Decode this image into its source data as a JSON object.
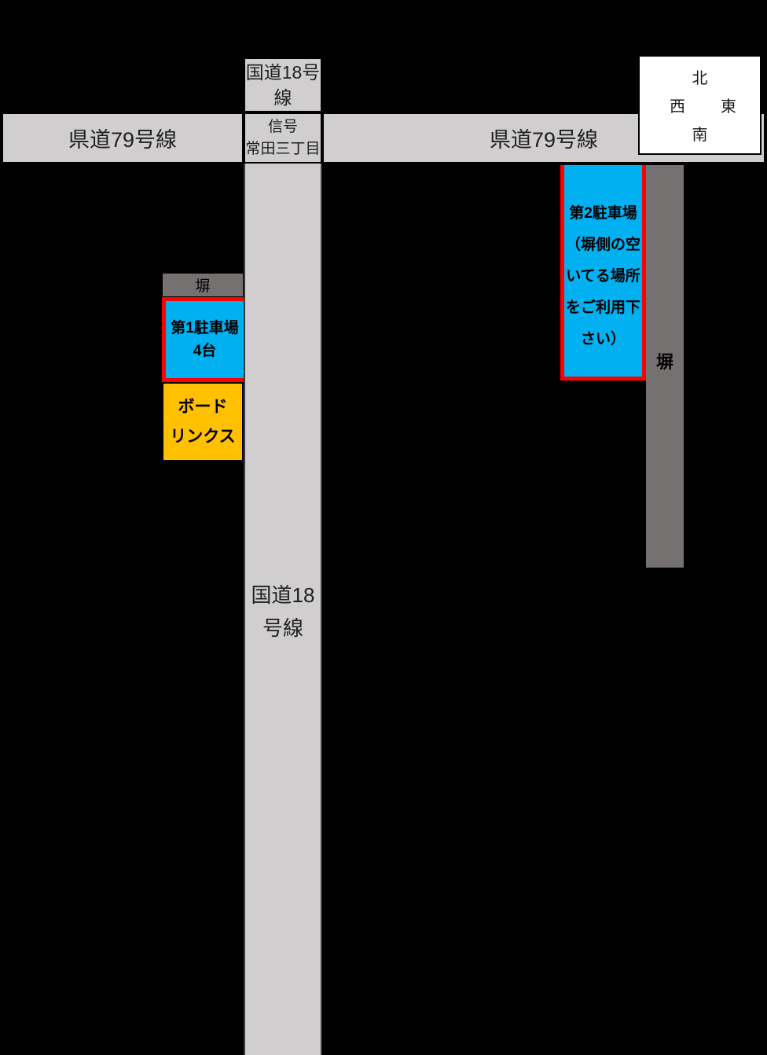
{
  "colors": {
    "background": "#000000",
    "road_fill": "#D0CECE",
    "road_border": "#000000",
    "fence_fill": "#767171",
    "parking_fill": "#00B0F0",
    "parking_border": "#FF0000",
    "building_fill": "#FFC000",
    "compass_fill": "#FFFFFF"
  },
  "compass": {
    "north": "北",
    "west": "西",
    "east": "東",
    "south": "南"
  },
  "roads": {
    "national_top": {
      "line1": "国道18号",
      "line2": "線"
    },
    "prefectural_left": {
      "label": "県道79号線"
    },
    "prefectural_right": {
      "label": "県道79号線"
    },
    "intersection": {
      "line1": "信号",
      "line2": "常田三丁目"
    },
    "national_mid": {
      "line1": "国道18",
      "line2": "号線"
    }
  },
  "landmarks": {
    "fence_left": {
      "label": "塀"
    },
    "fence_right": {
      "label": "塀"
    },
    "parking1": {
      "line1": "第1駐車場",
      "line2": "4台"
    },
    "building": {
      "line1": "ボード",
      "line2": "リンクス"
    },
    "parking2": {
      "line1": "第2駐車場",
      "line2": "（塀側の空",
      "line3": "いてる場所",
      "line4": "をご利用下",
      "line5": "さい）"
    }
  }
}
